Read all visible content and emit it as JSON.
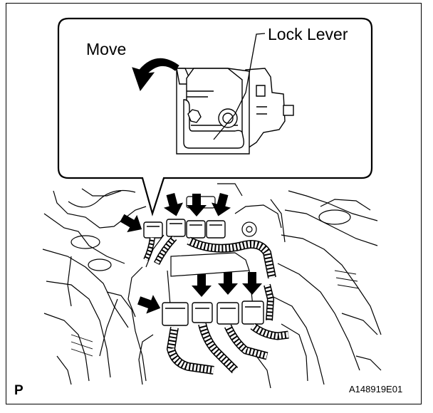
{
  "callout": {
    "move_label": "Move",
    "lock_lever_label": "Lock Lever"
  },
  "footer": {
    "panel_letter": "P",
    "figure_code": "A148919E01"
  },
  "icons": {
    "rotation": "curved-arrow-counterclockwise",
    "pointer": "down-arrow-icon"
  }
}
